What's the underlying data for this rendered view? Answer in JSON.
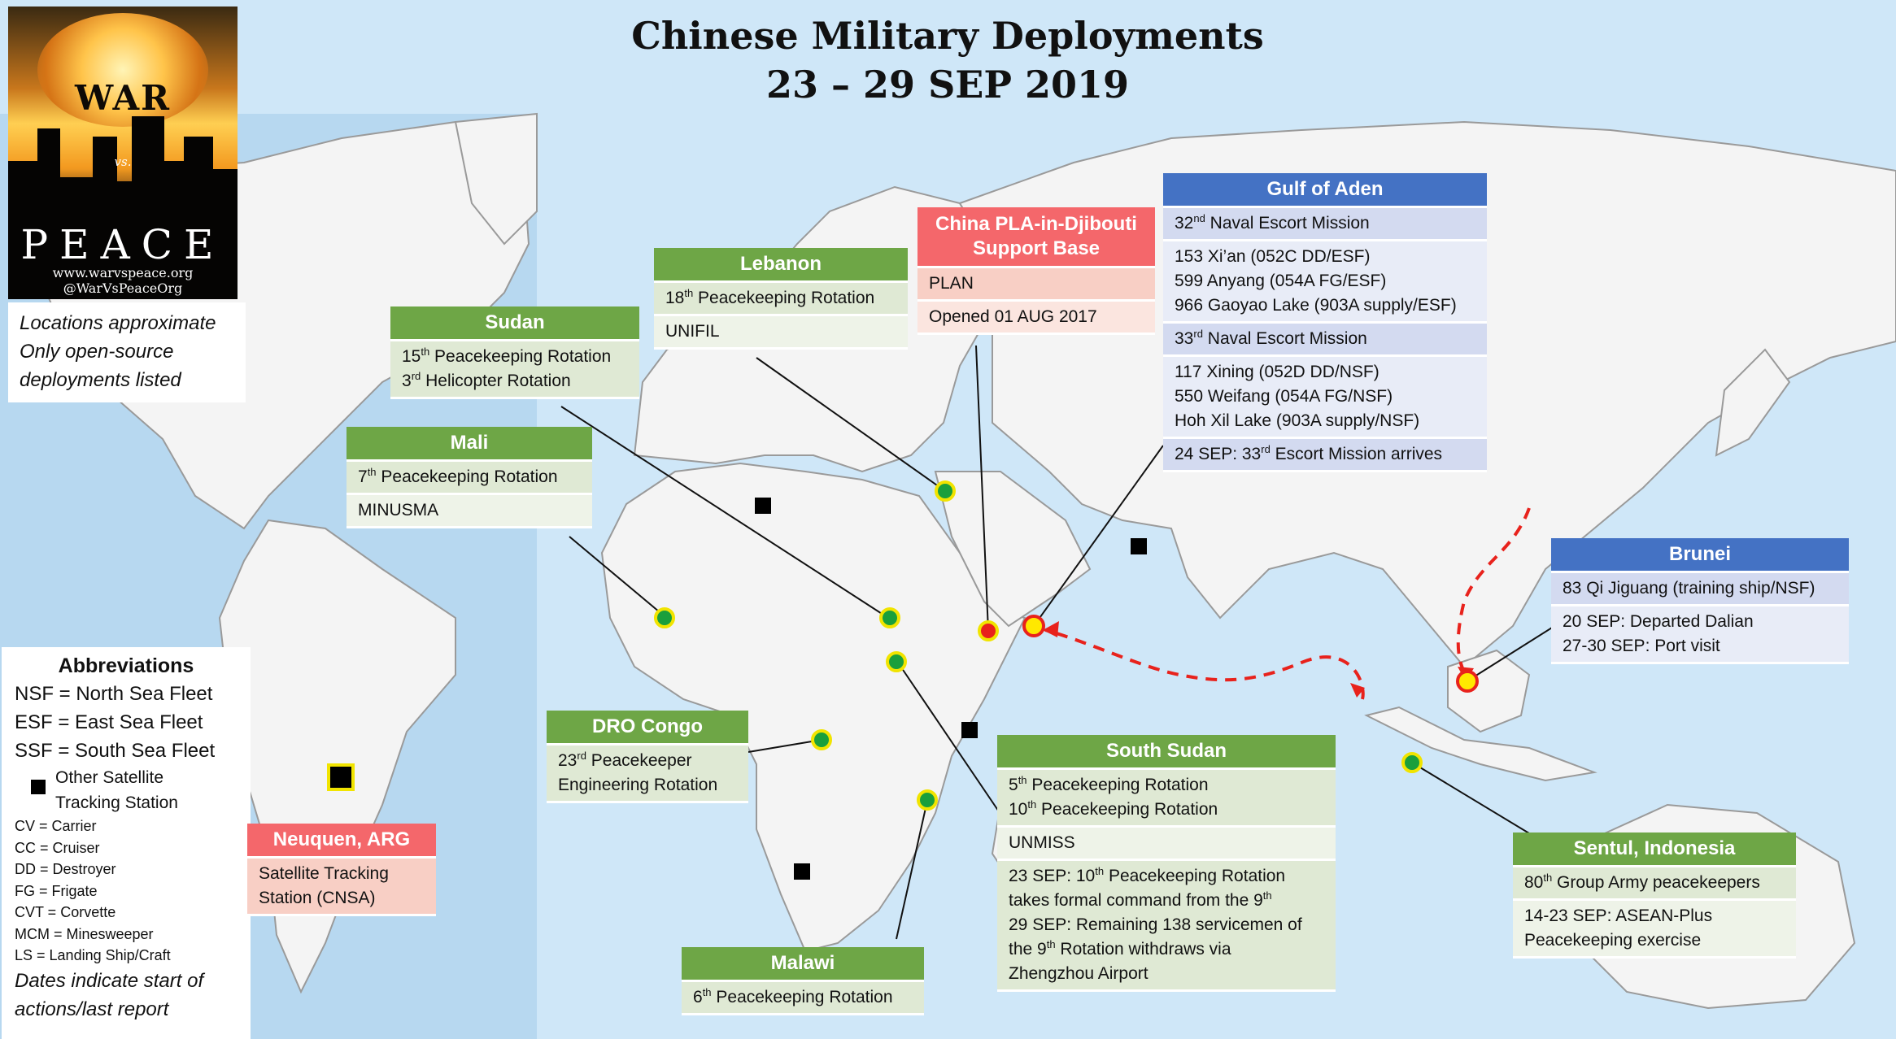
{
  "title": {
    "line1": "Chinese Military Deployments",
    "line2": "23 – 29 SEP 2019"
  },
  "logo": {
    "war": "WAR",
    "vs": "vs.",
    "peace": "PEACE",
    "url": "www.warvspeace.org",
    "handle": "@WarVsPeaceOrg"
  },
  "notes": {
    "l1": "Locations approximate",
    "l2": "Only open-source",
    "l3": "deployments listed"
  },
  "abbreviations": {
    "heading": "Abbreviations",
    "nsf": "NSF = North Sea Fleet",
    "esf": "ESF = East Sea Fleet",
    "ssf": "SSF = South Sea Fleet",
    "sat1": "Other Satellite",
    "sat2": "Tracking Station",
    "cv": "CV = Carrier",
    "cc": "CC = Cruiser",
    "dd": "DD = Destroyer",
    "fg": "FG = Frigate",
    "cvt": "CVT = Corvette",
    "mcm": "MCM = Minesweeper",
    "ls": "LS = Landing Ship/Craft",
    "dates1": "Dates indicate start of",
    "dates2": "actions/last report"
  },
  "boxes": {
    "sudan": {
      "title": "Sudan",
      "r1n": "15",
      "r1sup": "th",
      "r1t": " Peacekeeping Rotation",
      "r2n": "3",
      "r2sup": "rd",
      "r2t": " Helicopter Rotation"
    },
    "mali": {
      "title": "Mali",
      "r1n": "7",
      "r1sup": "th",
      "r1t": " Peacekeeping Rotation",
      "r2": "MINUSMA"
    },
    "lebanon": {
      "title": "Lebanon",
      "r1n": "18",
      "r1sup": "th",
      "r1t": " Peacekeeping Rotation",
      "r2": "UNIFIL"
    },
    "djibouti": {
      "title1": "China PLA-in-Djibouti",
      "title2": "Support Base",
      "r1": "PLAN",
      "r2": "Opened 01 AUG 2017"
    },
    "aden": {
      "title": "Gulf of Aden",
      "m32n": "32",
      "m32sup": "nd",
      "m32t": " Naval Escort Mission",
      "s1": "153 Xi’an (052C DD/ESF)",
      "s2": "599 Anyang (054A FG/ESF)",
      "s3": "966 Gaoyao Lake (903A supply/ESF)",
      "m33n": "33",
      "m33sup": "rd",
      "m33t": " Naval Escort Mission",
      "t1": "117 Xining (052D DD/NSF)",
      "t2": "550 Weifang (054A FG/NSF)",
      "t3": "Hoh Xil Lake (903A supply/NSF)",
      "ev1": "24 SEP: 33",
      "ev1sup": "rd",
      "ev1b": " Escort Mission arrives"
    },
    "brunei": {
      "title": "Brunei",
      "r1": "83 Qi Jiguang (training ship/NSF)",
      "r2": "20 SEP: Departed Dalian",
      "r3": "27-30 SEP: Port visit"
    },
    "congo": {
      "title": "DRO Congo",
      "r1n": "23",
      "r1sup": "rd",
      "r1t": " Peacekeeper",
      "r2": "Engineering Rotation"
    },
    "ssudan": {
      "title": "South Sudan",
      "r1n": "5",
      "r1sup": "th",
      "r1t": " Peacekeeping Rotation",
      "r2n": "10",
      "r2sup": "th",
      "r2t": " Peacekeeping Rotation",
      "r3": "UNMISS",
      "e1a": "23 SEP: 10",
      "e1sup": "th",
      "e1b": " Peacekeeping Rotation",
      "e2a": "takes formal command from the 9",
      "e2sup": "th",
      "e3": "29 SEP: Remaining 138 servicemen of",
      "e4a": "the 9",
      "e4sup": "th",
      "e4b": " Rotation withdraws via",
      "e5": "Zhengzhou Airport"
    },
    "malawi": {
      "title": "Malawi",
      "r1n": "6",
      "r1sup": "th",
      "r1t": " Peacekeeping Rotation"
    },
    "neuquen": {
      "title": "Neuquen, ARG",
      "r1": "Satellite Tracking",
      "r2": "Station (CNSA)"
    },
    "sentul": {
      "title": "Sentul, Indonesia",
      "r1n": "80",
      "r1sup": "th",
      "r1t": " Group Army peacekeepers",
      "r2": "14-23 SEP: ASEAN-Plus",
      "r3": "Peacekeeping exercise"
    }
  },
  "colors": {
    "ocean": "#cfe7f8",
    "land": "#f4f4f4",
    "header_green": "#6ea646",
    "header_blue": "#4472c4",
    "header_red": "#f4676b",
    "route": "#e8221c"
  }
}
